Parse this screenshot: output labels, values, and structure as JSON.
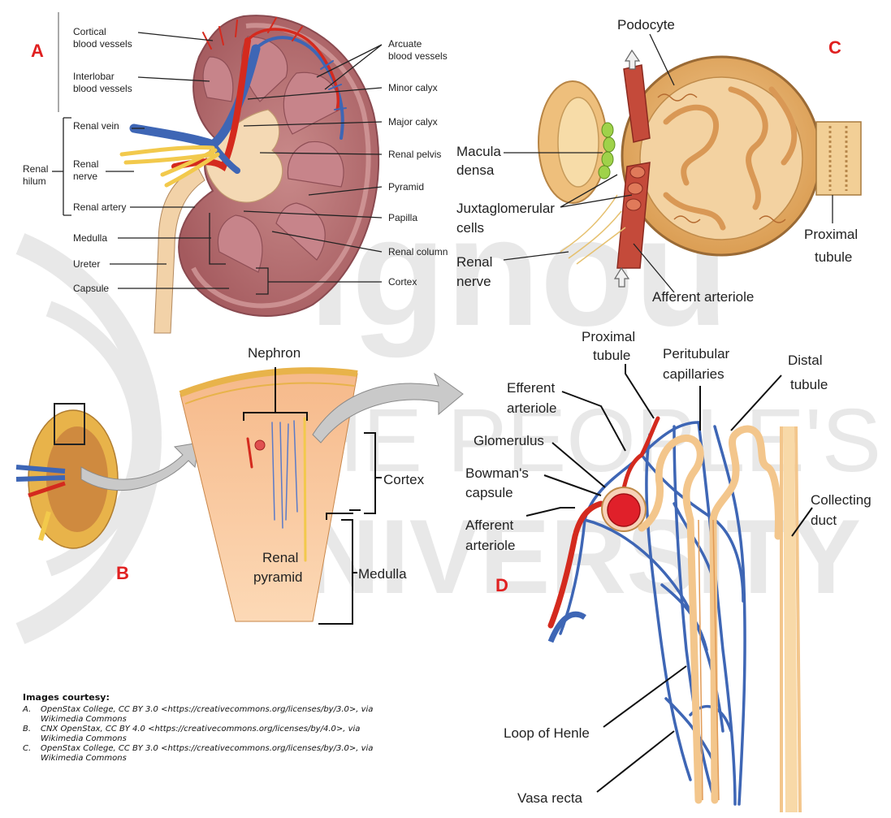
{
  "panel_letters": {
    "a": "A",
    "b": "B",
    "c": "C",
    "d": "D"
  },
  "watermark": {
    "line1": "ignou",
    "line2": "THE PEOPLE'S",
    "line3": "UNIVERSITY"
  },
  "colors": {
    "artery": "#d42a1e",
    "vein": "#3e66b5",
    "nerve": "#f2c94c",
    "tubule": "#f3c68c",
    "kidney_tissue": "#b56f6f",
    "panel_letter": "#e02020"
  },
  "panel_a": {
    "labels": {
      "cortical_bv_1": "Cortical",
      "cortical_bv_2": "blood vessels",
      "interlobar_bv_1": "Interlobar",
      "interlobar_bv_2": "blood vessels",
      "renal_vein": "Renal vein",
      "renal_nerve_1": "Renal",
      "renal_nerve_2": "nerve",
      "renal_hilum_1": "Renal",
      "renal_hilum_2": "hilum",
      "renal_artery": "Renal artery",
      "medulla": "Medulla",
      "ureter": "Ureter",
      "capsule": "Capsule",
      "arcuate_bv_1": "Arcuate",
      "arcuate_bv_2": "blood vessels",
      "minor_calyx": "Minor calyx",
      "major_calyx": "Major calyx",
      "renal_pelvis": "Renal pelvis",
      "pyramid": "Pyramid",
      "papilla": "Papilla",
      "renal_column": "Renal column",
      "cortex": "Cortex"
    }
  },
  "panel_b": {
    "labels": {
      "nephron": "Nephron",
      "cortex": "Cortex",
      "renal_pyramid_1": "Renal",
      "renal_pyramid_2": "pyramid",
      "medulla": "Medulla"
    }
  },
  "panel_c": {
    "labels": {
      "podocyte": "Podocyte",
      "macula_densa_1": "Macula",
      "macula_densa_2": "densa",
      "juxta_1": "Juxtaglomerular",
      "juxta_2": "cells",
      "renal_nerve_1": "Renal",
      "renal_nerve_2": "nerve",
      "afferent_arteriole": "Afferent arteriole",
      "proximal_tubule_1": "Proximal",
      "proximal_tubule_2": "tubule"
    }
  },
  "panel_d": {
    "labels": {
      "proximal_tubule_1": "Proximal",
      "proximal_tubule_2": "tubule",
      "peritubular_1": "Peritubular",
      "peritubular_2": "capillaries",
      "distal_tubule_1": "Distal",
      "distal_tubule_2": "tubule",
      "efferent_1": "Efferent",
      "efferent_2": "arteriole",
      "glomerulus": "Glomerulus",
      "bowmans_1": "Bowman's",
      "bowmans_2": "capsule",
      "afferent_1": "Afferent",
      "afferent_2": "arteriole",
      "collecting_1": "Collecting",
      "collecting_2": "duct",
      "loop_of_henle": "Loop of Henle",
      "vasa_recta": "Vasa recta"
    }
  },
  "credits": {
    "title": "Images courtesy:",
    "items": [
      {
        "key": "A.",
        "text": "OpenStax College, CC BY 3.0 <https://creativecommons.org/licenses/by/3.0>, via Wikimedia Commons"
      },
      {
        "key": "B.",
        "text": "CNX OpenStax, CC BY 4.0 <https://creativecommons.org/licenses/by/4.0>, via Wikimedia Commons"
      },
      {
        "key": "C.",
        "text": "OpenStax College, CC BY 3.0 <https://creativecommons.org/licenses/by/3.0>, via Wikimedia Commons"
      }
    ]
  }
}
